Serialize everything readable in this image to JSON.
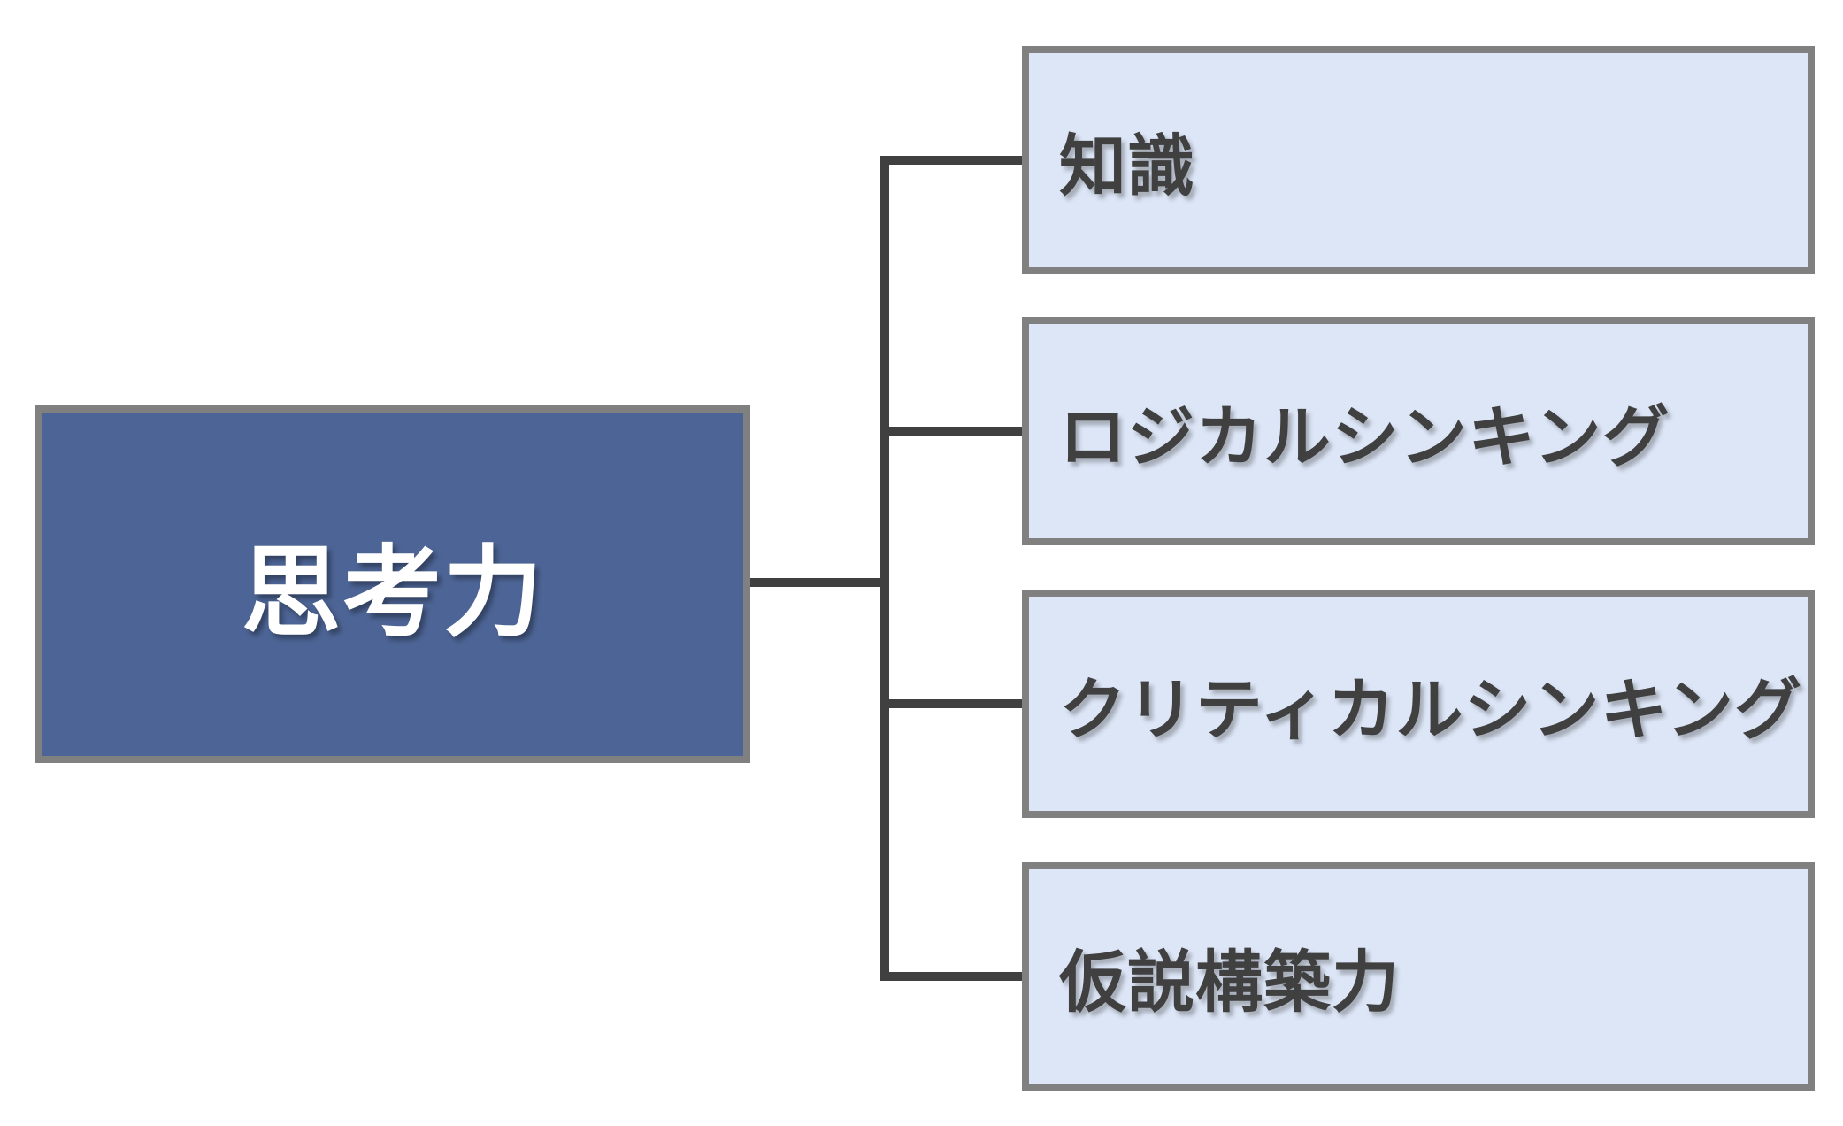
{
  "diagram_type": "hierarchy",
  "root": {
    "label": "思考力"
  },
  "children": [
    {
      "label": "知識"
    },
    {
      "label": "ロジカルシンキング"
    },
    {
      "label": "クリティカルシンキング"
    },
    {
      "label": "仮説構築力"
    }
  ],
  "colors": {
    "background": "#ffffff",
    "root_fill": "#4d6596",
    "root_text": "#ffffff",
    "child_fill": "#dce6f7",
    "child_text": "#404040",
    "box_border": "#808080",
    "connector": "#404040"
  }
}
